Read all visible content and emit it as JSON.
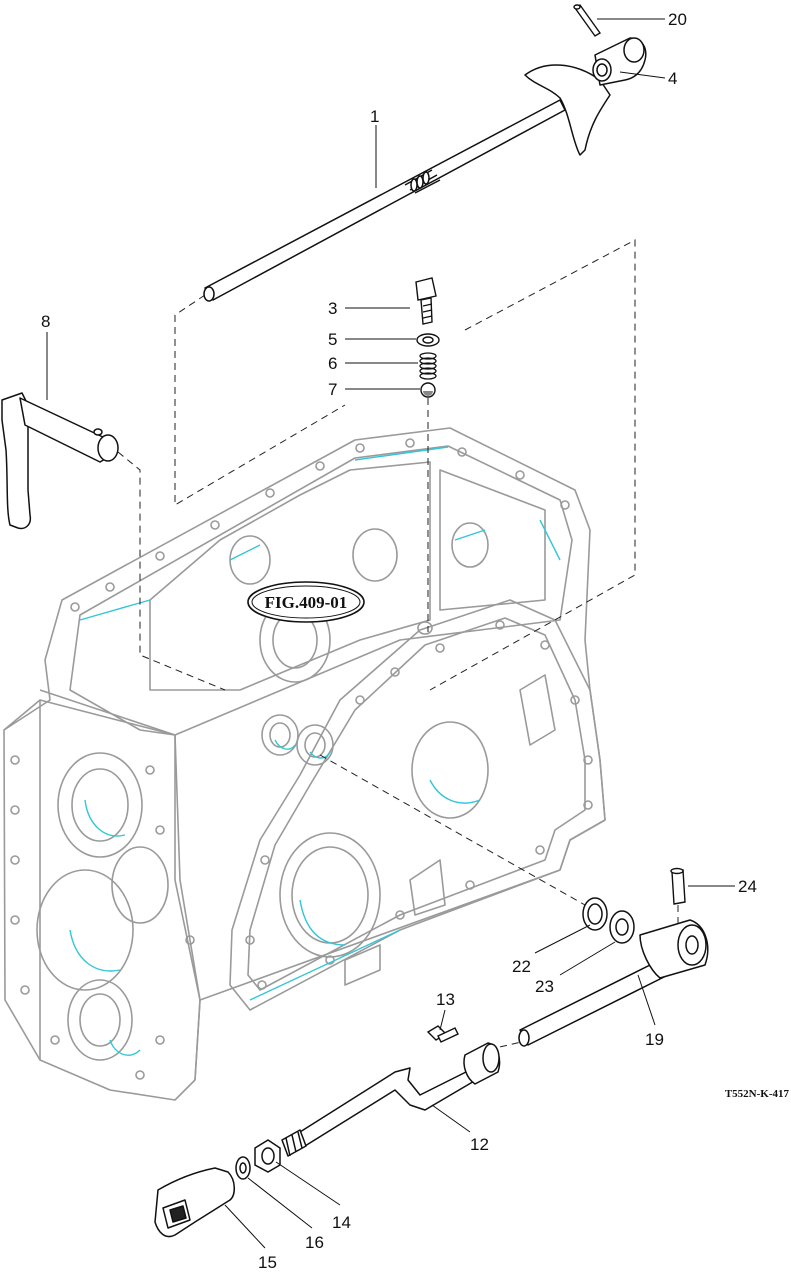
{
  "figure_ref": "FIG.409-01",
  "drawing_code": "T552N-K-417",
  "colors": {
    "housing_outline": "#9a9a9a",
    "housing_highlight": "#33c6d6",
    "parts_stroke": "#111111",
    "background": "#ffffff"
  },
  "callouts": {
    "p1": "1",
    "p3": "3",
    "p4": "4",
    "p5": "5",
    "p6": "6",
    "p7": "7",
    "p8": "8",
    "p12": "12",
    "p13": "13",
    "p14": "14",
    "p15": "15",
    "p16": "16",
    "p19": "19",
    "p20": "20",
    "p22": "22",
    "p23": "23",
    "p24": "24"
  }
}
